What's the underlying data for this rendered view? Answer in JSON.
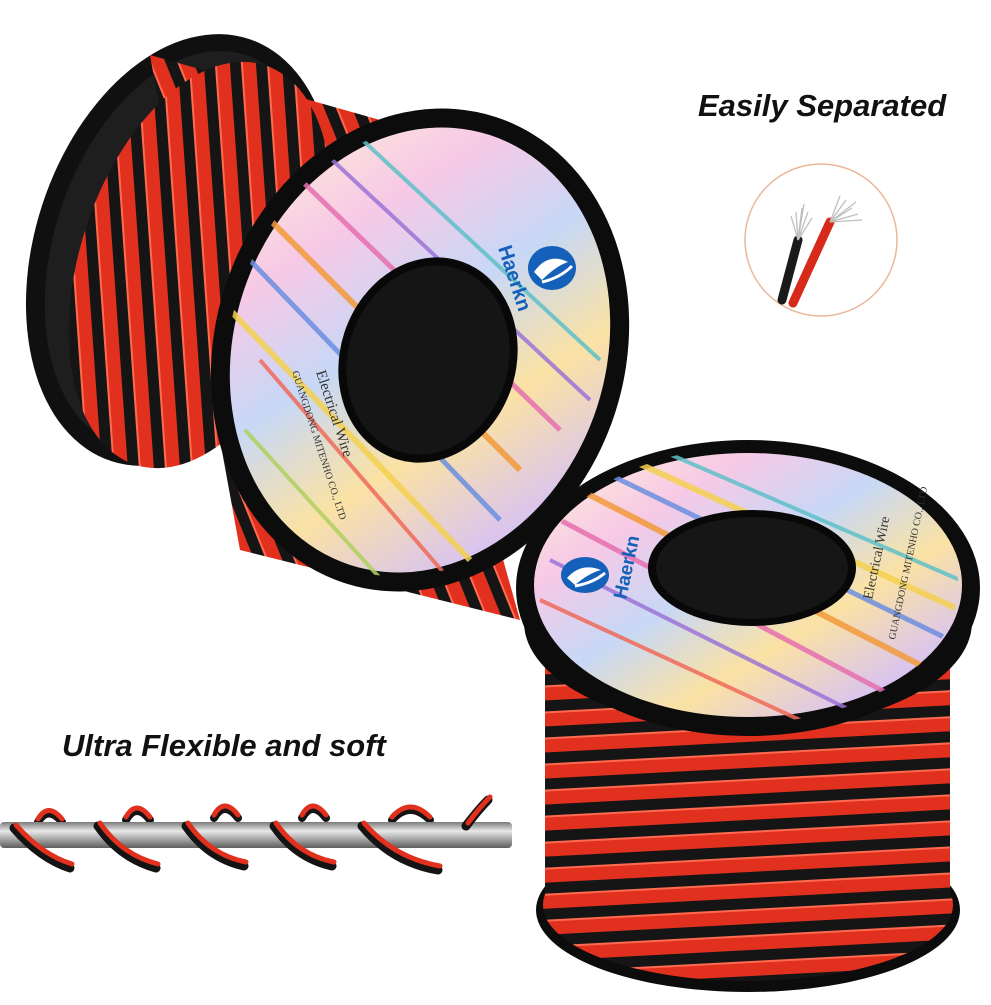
{
  "captions": {
    "separated": "Easily Separated",
    "flexible": "Ultra Flexible and soft"
  },
  "reel_label": {
    "brand": "Haerkn",
    "product": "Electrical Wire",
    "company": "GUANGDONG MITENHO CO., LTD"
  },
  "colors": {
    "wire_red": "#e2301e",
    "wire_black": "#151515",
    "background": "#ffffff",
    "brand_blue": "#1560b8",
    "thumbnail_ring": "#e9b898"
  }
}
